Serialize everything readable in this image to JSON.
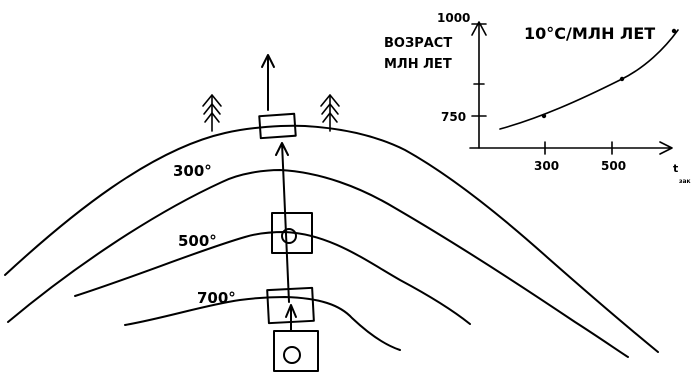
{
  "isotherms": [
    {
      "label": "300°"
    },
    {
      "label": "500°"
    },
    {
      "label": "700°"
    }
  ],
  "inset_chart": {
    "y_axis_label": [
      "ВОЗРАСТ",
      "МЛН ЛЕТ"
    ],
    "x_axis_label": "t",
    "x_axis_subscript": "зак",
    "annotation": "10°C/МЛН ЛЕТ",
    "y_ticks": [
      "1000",
      "750"
    ],
    "x_ticks": [
      "300",
      "500"
    ]
  },
  "icons": [
    "tree-icon",
    "tree-icon",
    "grain-square-icon"
  ],
  "colors": {
    "ink": "#000000",
    "background": "#ffffff"
  }
}
